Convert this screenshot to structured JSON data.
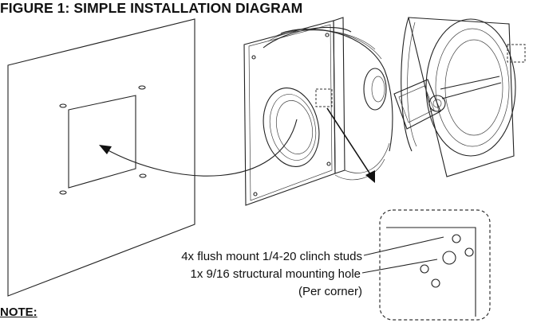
{
  "figure": {
    "title": "FIGURE 1: SIMPLE INSTALLATION DIAGRAM"
  },
  "callouts": {
    "studs": "4x flush mount 1/4-20 clinch studs",
    "hole": "1x 9/16 structural mounting hole",
    "per_corner": "(Per corner)"
  },
  "note": {
    "label": "NOTE:"
  },
  "colors": {
    "line": "#222222",
    "background": "#ffffff"
  }
}
